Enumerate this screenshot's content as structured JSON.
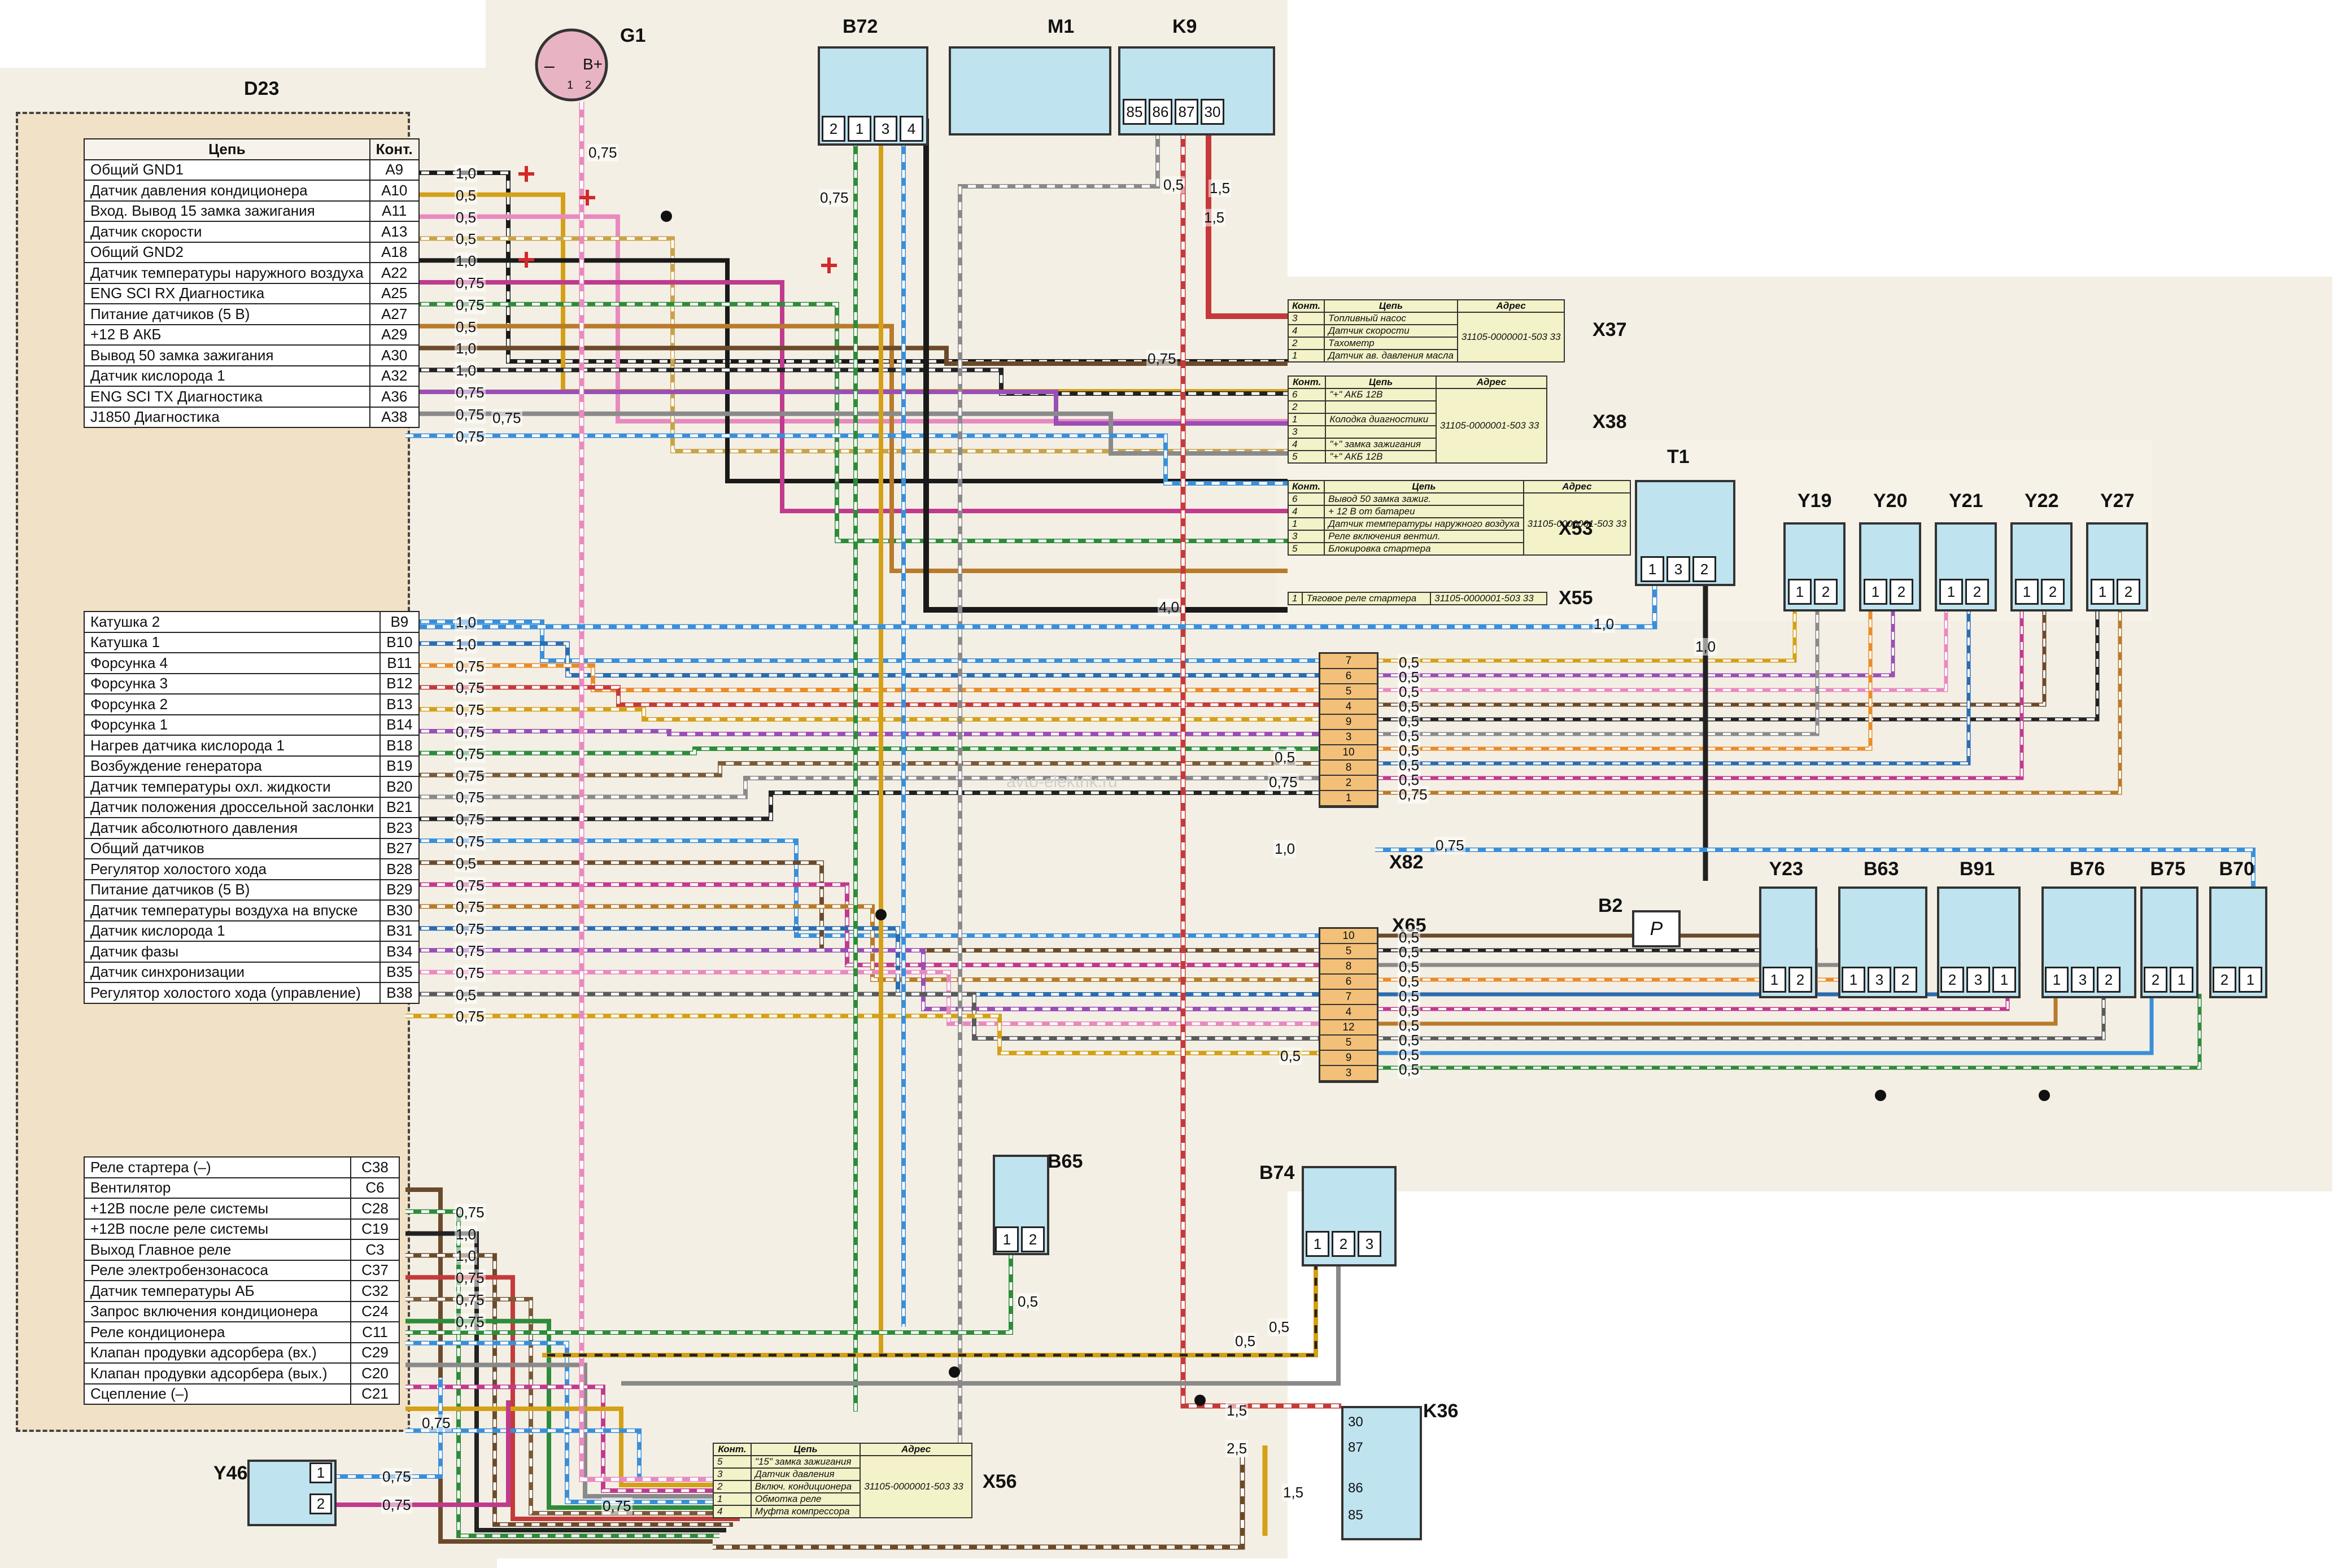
{
  "components": {
    "D23": "D23",
    "G1": "G1",
    "B72": "B72",
    "M1": "M1",
    "K9": "K9",
    "T1": "T1",
    "Y19": "Y19",
    "Y20": "Y20",
    "Y21": "Y21",
    "Y22": "Y22",
    "Y27": "Y27",
    "Y23": "Y23",
    "B63": "B63",
    "B91": "B91",
    "B76": "B76",
    "B75": "B75",
    "B70": "B70",
    "B2": "B2",
    "B65": "B65",
    "B74": "B74",
    "K36": "K36",
    "Y46": "Y46",
    "X37": "X37",
    "X38": "X38",
    "X53": "X53",
    "X55": "X55",
    "X82": "X82",
    "X65": "X65",
    "X56": "X56"
  },
  "ecu": {
    "header_circuit": "Цепь",
    "header_pin": "Конт.",
    "group_a": [
      {
        "name": "Общий GND1",
        "pin": "A9",
        "gauge": "1,0",
        "color": "#1a1a1a"
      },
      {
        "name": "Датчик давления кондиционера",
        "pin": "A10",
        "gauge": "0,5",
        "color": "#d4a017"
      },
      {
        "name": "Вход. Вывод 15 замка зажигания",
        "pin": "A11",
        "gauge": "0,5",
        "color": "#e889c0"
      },
      {
        "name": "Датчик скорости",
        "pin": "A13",
        "gauge": "0,5",
        "color": "#c9a34a"
      },
      {
        "name": "Общий GND2",
        "pin": "A18",
        "gauge": "1,0",
        "color": "#1a1a1a"
      },
      {
        "name": "Датчик температуры наружного воздуха",
        "pin": "A22",
        "gauge": "0,75",
        "color": "#c03a8e"
      },
      {
        "name": "ENG SCI RX Диагностика",
        "pin": "A25",
        "gauge": "0,75",
        "color": "#2e8b3a"
      },
      {
        "name": "Питание датчиков (5 В)",
        "pin": "A27",
        "gauge": "0,5",
        "color": "#b87b2a"
      },
      {
        "name": "+12 В АКБ",
        "pin": "A29",
        "gauge": "1,0",
        "color": "#6b4a2b"
      },
      {
        "name": "Вывод 50 замка зажигания",
        "pin": "A30",
        "gauge": "1,0",
        "color": "#222222"
      },
      {
        "name": "Датчик кислорода 1",
        "pin": "A32",
        "gauge": "0,75",
        "color": "#9a4fb5"
      },
      {
        "name": "ENG SCI TX Диагностика",
        "pin": "A36",
        "gauge": "0,75",
        "color": "#8a8a8a"
      },
      {
        "name": "J1850  Диагностика",
        "pin": "A38",
        "gauge": "0,75",
        "color": "#3a8fd8"
      }
    ],
    "group_b": [
      {
        "name": "Катушка 2",
        "pin": "B9",
        "gauge": "1,0",
        "color": "#3a8fd8"
      },
      {
        "name": "Катушка 1",
        "pin": "B10",
        "gauge": "1,0",
        "color": "#2b6cb0"
      },
      {
        "name": "Форсунка 4",
        "pin": "B11",
        "gauge": "0,75",
        "color": "#e88c2a"
      },
      {
        "name": "Форсунка 3",
        "pin": "B12",
        "gauge": "0,75",
        "color": "#c43a3a"
      },
      {
        "name": "Форсунка 2",
        "pin": "B13",
        "gauge": "0,75",
        "color": "#d4a017"
      },
      {
        "name": "Форсунка 1",
        "pin": "B14",
        "gauge": "0,75",
        "color": "#9a4fb5"
      },
      {
        "name": "Нагрев датчика кислорода 1",
        "pin": "B18",
        "gauge": "0,75",
        "color": "#2e8b3a"
      },
      {
        "name": "Возбуждение генератора",
        "pin": "B19",
        "gauge": "0,75",
        "color": "#7a5a3a"
      },
      {
        "name": "Датчик температуры охл. жидкости",
        "pin": "B20",
        "gauge": "0,75",
        "color": "#8a8a8a"
      },
      {
        "name": "Датчик положения дроссельной заслонки",
        "pin": "B21",
        "gauge": "0,75",
        "color": "#222222"
      },
      {
        "name": "Датчик абсолютного давления",
        "pin": "B23",
        "gauge": "0,75",
        "color": "#3a8fd8"
      },
      {
        "name": "Общий датчиков",
        "pin": "B27",
        "gauge": "0,5",
        "color": "#6b4a2b"
      },
      {
        "name": "Регулятор холостого хода",
        "pin": "B28",
        "gauge": "0,75",
        "color": "#c03a8e"
      },
      {
        "name": "Питание датчиков (5 В)",
        "pin": "B29",
        "gauge": "0,75",
        "color": "#b87b2a"
      },
      {
        "name": "Датчик температуры воздуха на впуске",
        "pin": "B30",
        "gauge": "0,75",
        "color": "#2b6cb0"
      },
      {
        "name": "Датчик кислорода 1",
        "pin": "B31",
        "gauge": "0,75",
        "color": "#9a4fb5"
      },
      {
        "name": "Датчик фазы",
        "pin": "B34",
        "gauge": "0,75",
        "color": "#e889c0"
      },
      {
        "name": "Датчик синхронизации",
        "pin": "B35",
        "gauge": "0,5",
        "color": "#5a5a5a"
      },
      {
        "name": "Регулятор холостого хода (управление)",
        "pin": "B38",
        "gauge": "0,75",
        "color": "#d4a017"
      }
    ],
    "group_c": [
      {
        "name": "Реле стартера (–)",
        "pin": "C38",
        "gauge": "",
        "color": "#6b4a2b"
      },
      {
        "name": "Вентилятор",
        "pin": "C6",
        "gauge": "0,75",
        "color": "#2e8b3a"
      },
      {
        "name": "+12В после реле системы",
        "pin": "C28",
        "gauge": "1,0",
        "color": "#222222"
      },
      {
        "name": "+12В после реле системы",
        "pin": "C19",
        "gauge": "1,0",
        "color": "#6b4a2b"
      },
      {
        "name": "Выход Главное реле",
        "pin": "C3",
        "gauge": "0,75",
        "color": "#c43a3a"
      },
      {
        "name": "Реле электробензонасоса",
        "pin": "C37",
        "gauge": "0,75",
        "color": "#7a5a3a"
      },
      {
        "name": "Датчик температуры АБ",
        "pin": "C32",
        "gauge": "0,75",
        "color": "#2e8b3a"
      },
      {
        "name": "Запрос включения кондиционера",
        "pin": "C24",
        "gauge": "",
        "color": "#3a8fd8"
      },
      {
        "name": "Реле кондиционера",
        "pin": "C11",
        "gauge": "",
        "color": "#8a8a8a"
      },
      {
        "name": "Клапан продувки адсорбера (вх.)",
        "pin": "C29",
        "gauge": "",
        "color": "#c03a8e"
      },
      {
        "name": "Клапан продувки адсорбера (вых.)",
        "pin": "C20",
        "gauge": "",
        "color": "#d4a017"
      },
      {
        "name": "Сцепление (–)",
        "pin": "C21",
        "gauge": "",
        "color": "#3a8fd8"
      }
    ]
  },
  "connectors": {
    "x37": {
      "headers": [
        "Конт.",
        "Цепь",
        "Адрес"
      ],
      "address": "31105-0000001-503 33",
      "rows": [
        [
          "3",
          "Топливный насос"
        ],
        [
          "4",
          "Датчик скорости"
        ],
        [
          "2",
          "Тахометр"
        ],
        [
          "1",
          "Датчик ав. давления масла"
        ]
      ]
    },
    "x38": {
      "headers": [
        "Конт.",
        "Цепь",
        "Адрес"
      ],
      "address": "31105-0000001-503 33",
      "rows": [
        [
          "6",
          "\"+\" АКБ 12В"
        ],
        [
          "2",
          ""
        ],
        [
          "1",
          "Колодка диагностики"
        ],
        [
          "3",
          ""
        ],
        [
          "4",
          "\"+\" замка зажигания"
        ],
        [
          "5",
          "\"+\" АКБ 12В"
        ]
      ]
    },
    "x53": {
      "headers": [
        "Конт.",
        "Цепь",
        "Адрес"
      ],
      "address": "31105-0000001-503 33",
      "rows": [
        [
          "6",
          "Вывод 50 замка зажиг."
        ],
        [
          "4",
          "+ 12 В от батареи"
        ],
        [
          "1",
          "Датчик температуры наружного воздуха"
        ],
        [
          "3",
          "Реле включения вентил."
        ],
        [
          "5",
          "Блокировка стартера"
        ]
      ]
    },
    "x55": {
      "address": "31105-0000001-503 33",
      "rows": [
        [
          "1",
          "Тяговое реле стартера"
        ]
      ]
    },
    "x56": {
      "headers": [
        "Конт.",
        "Цепь",
        "Адрес"
      ],
      "address": "31105-0000001-503 33",
      "rows": [
        [
          "5",
          "\"15\" замка зажигания"
        ],
        [
          "3",
          "Датчик давления"
        ],
        [
          "2",
          "Включ. кондиционера"
        ],
        [
          "1",
          "Обмотка реле"
        ],
        [
          "4",
          "Муфта компрессора"
        ]
      ]
    },
    "x82_pins": [
      "7",
      "6",
      "5",
      "4",
      "9",
      "3",
      "10",
      "8",
      "2",
      "1"
    ],
    "x82_gauges": [
      "0,5",
      "0,5",
      "0,5",
      "0,5",
      "0,5",
      "0,5",
      "0,5",
      "0,5",
      "0,5",
      "0,75"
    ],
    "x65_pins": [
      "10",
      "5",
      "8",
      "6",
      "7",
      "4",
      "12",
      "5",
      "9",
      "3"
    ],
    "x65_gauges": [
      "0,5",
      "0,5",
      "0,5",
      "0,5",
      "0,5",
      "0,5",
      "0,5",
      "0,5",
      "0,5",
      "0,5"
    ]
  },
  "pins": {
    "g1": [
      "1",
      "2"
    ],
    "g1_terms": [
      "–",
      "B+"
    ],
    "b72": [
      "2",
      "1",
      "3",
      "4"
    ],
    "k9": [
      "85",
      "86",
      "87",
      "30"
    ],
    "t1": [
      "1",
      "3",
      "2"
    ],
    "two": [
      "1",
      "2"
    ],
    "b63": [
      "1",
      "3",
      "2"
    ],
    "b91": [
      "2",
      "3",
      "1"
    ],
    "b76": [
      "1",
      "3",
      "2"
    ],
    "b75": [
      "2",
      "1"
    ],
    "b70": [
      "2",
      "1"
    ],
    "b74": [
      "1",
      "2",
      "3"
    ],
    "k36": [
      "30",
      "87",
      "86",
      "85"
    ],
    "b2_symbol": "P"
  },
  "wire_labels": {
    "g1_out": "0,75",
    "b72_out": "0,75",
    "k9_a": "0,5",
    "k9_b": "1,5",
    "k9_c": "1,5",
    "x37_in": "0,75",
    "x38_in": "0,75",
    "x55_in": "4,0",
    "t1_a": "1,0",
    "t1_b": "1,0",
    "x82_side": "0,75",
    "x82_l1": "0,5",
    "x82_l2": "0,75",
    "x82_l3": "1,0",
    "x65_l1": "0,5",
    "b65_out": "0,5",
    "b74_a": "0,5",
    "b74_b": "0,5",
    "k36_a": "1,5",
    "k36_b": "2,5",
    "k36_c": "1,5",
    "x56_in": "0,75",
    "y46_a": "0,75",
    "y46_b": "0,75",
    "c21_out": "0,75"
  },
  "watermark": "avto-elektrik.ru"
}
